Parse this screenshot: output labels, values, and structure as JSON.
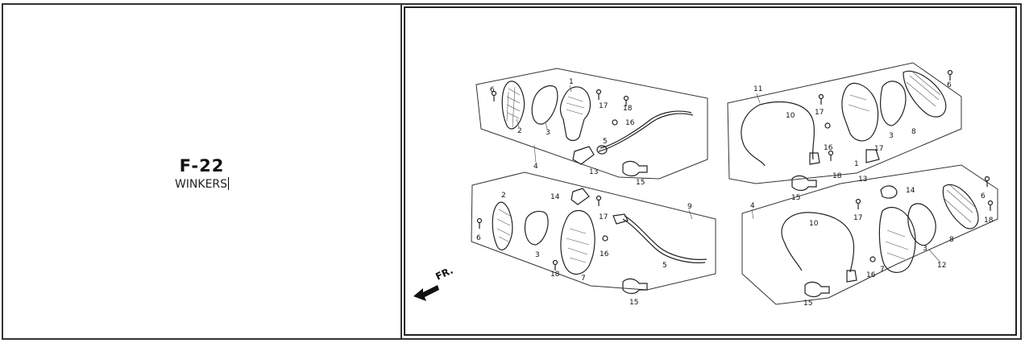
{
  "section": {
    "code": "F-22",
    "name": "WINKERS"
  },
  "diagram": {
    "direction_label": "FR.",
    "part_labels": {
      "fl_6": "6",
      "fl_2": "2",
      "fl_3": "3",
      "fl_1": "1",
      "fl_17": "17",
      "fl_18": "18",
      "fl_16": "16",
      "fl_5": "5",
      "fl_4": "4",
      "fl_13": "13",
      "fl_15": "15",
      "rl_2": "2",
      "rl_6": "6",
      "rl_3": "3",
      "rl_14": "14",
      "rl_17": "17",
      "rl_16": "16",
      "rl_18": "18",
      "rl_7": "7",
      "rl_9": "9",
      "rl_5": "5",
      "rl_15": "15",
      "fr_11": "11",
      "fr_10": "10",
      "fr_17": "17",
      "fr_16": "16",
      "fr_1": "1",
      "fr_17b": "17",
      "fr_18": "18",
      "fr_13": "13",
      "fr_15": "15",
      "fr_3": "3",
      "fr_8": "8",
      "fr_6": "6",
      "rr_4": "4",
      "rr_10": "10",
      "rr_17": "17",
      "rr_14": "14",
      "rr_6": "6",
      "rr_18": "18",
      "rr_3": "3",
      "rr_8": "8",
      "rr_16": "16",
      "rr_7": "7",
      "rr_12": "12",
      "rr_15": "15"
    }
  }
}
